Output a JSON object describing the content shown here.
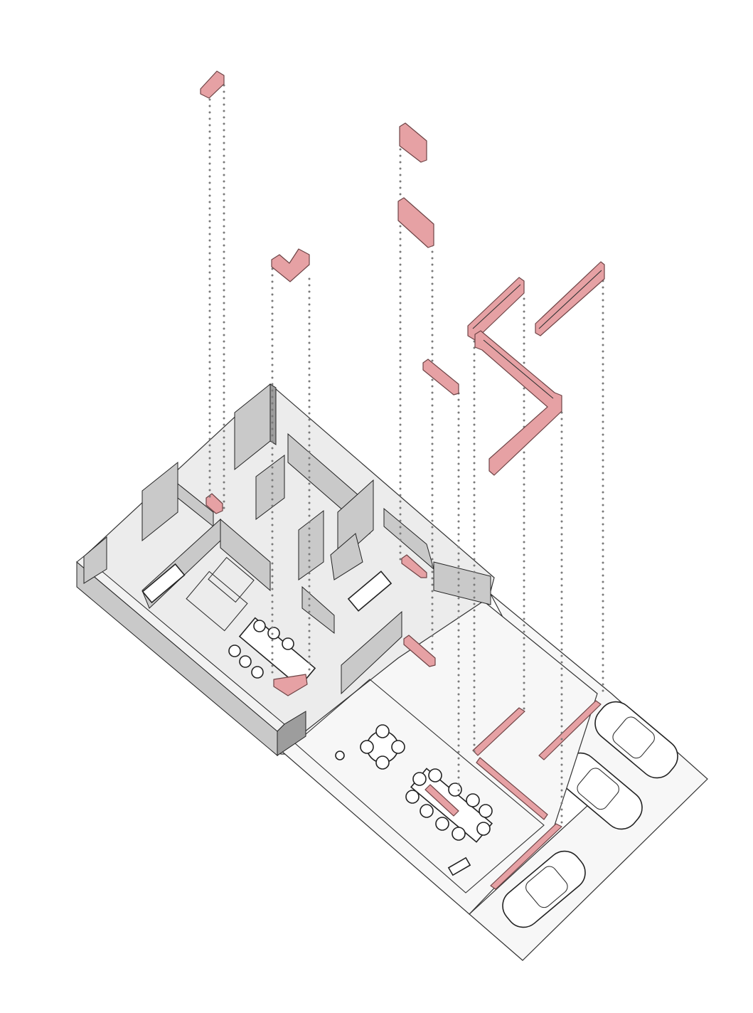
{
  "diagram": {
    "type": "exploded axonometric floor plan",
    "colors": {
      "highlight": "#e6a1a4",
      "highlight_edge": "#6e4446",
      "wall": "#c9c9c9",
      "floor": "#ececec",
      "projection_dots": "#7a7a7a"
    },
    "floating_elements": 8,
    "projection_lines": 11,
    "parking_spaces": 3
  }
}
